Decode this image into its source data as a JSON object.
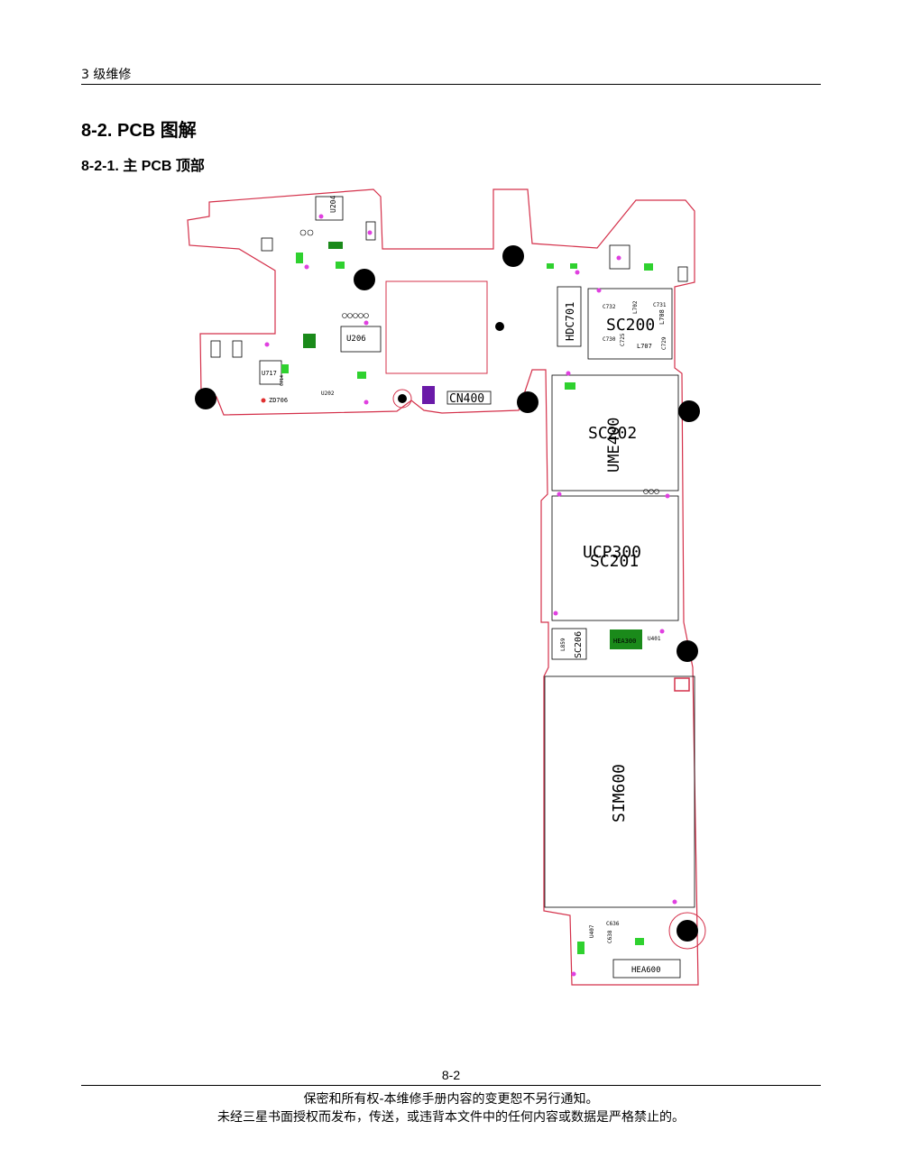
{
  "header": {
    "chapter": "3 级维修"
  },
  "section": {
    "title": "8-2. PCB 图解",
    "subtitle": "8-2-1.  主 PCB 顶部"
  },
  "pcb": {
    "outline_color": "#d4304a",
    "labels": {
      "u204": "U204",
      "u206": "U206",
      "u717": "U717",
      "cn400": "CN400",
      "hdc701": "HDC701",
      "sc200": "SC200",
      "l707": "L707",
      "sc202": "SC202",
      "ume400": "UME400",
      "ucp300": "UCP300",
      "sc201": "SC201",
      "sc206": "SC206",
      "hea300": "HEA300",
      "sim600": "SIM600",
      "hea600": "HEA600",
      "zd706": "ZD706",
      "c732": "C732",
      "c731": "C731",
      "c730": "C730",
      "c725": "C725",
      "c729": "C729",
      "l708": "L708",
      "l702": "L702",
      "l859": "L859",
      "c636": "C636",
      "c638": "C638",
      "u407": "U407",
      "u401": "U401",
      "ct700": "C714",
      "u202": "U202"
    }
  },
  "footer": {
    "page_number": "8-2",
    "line1": "保密和所有权-本维修手册内容的变更恕不另行通知。",
    "line2": "未经三星书面授权而发布，传送，或违背本文件中的任何内容或数据是严格禁止的。"
  }
}
